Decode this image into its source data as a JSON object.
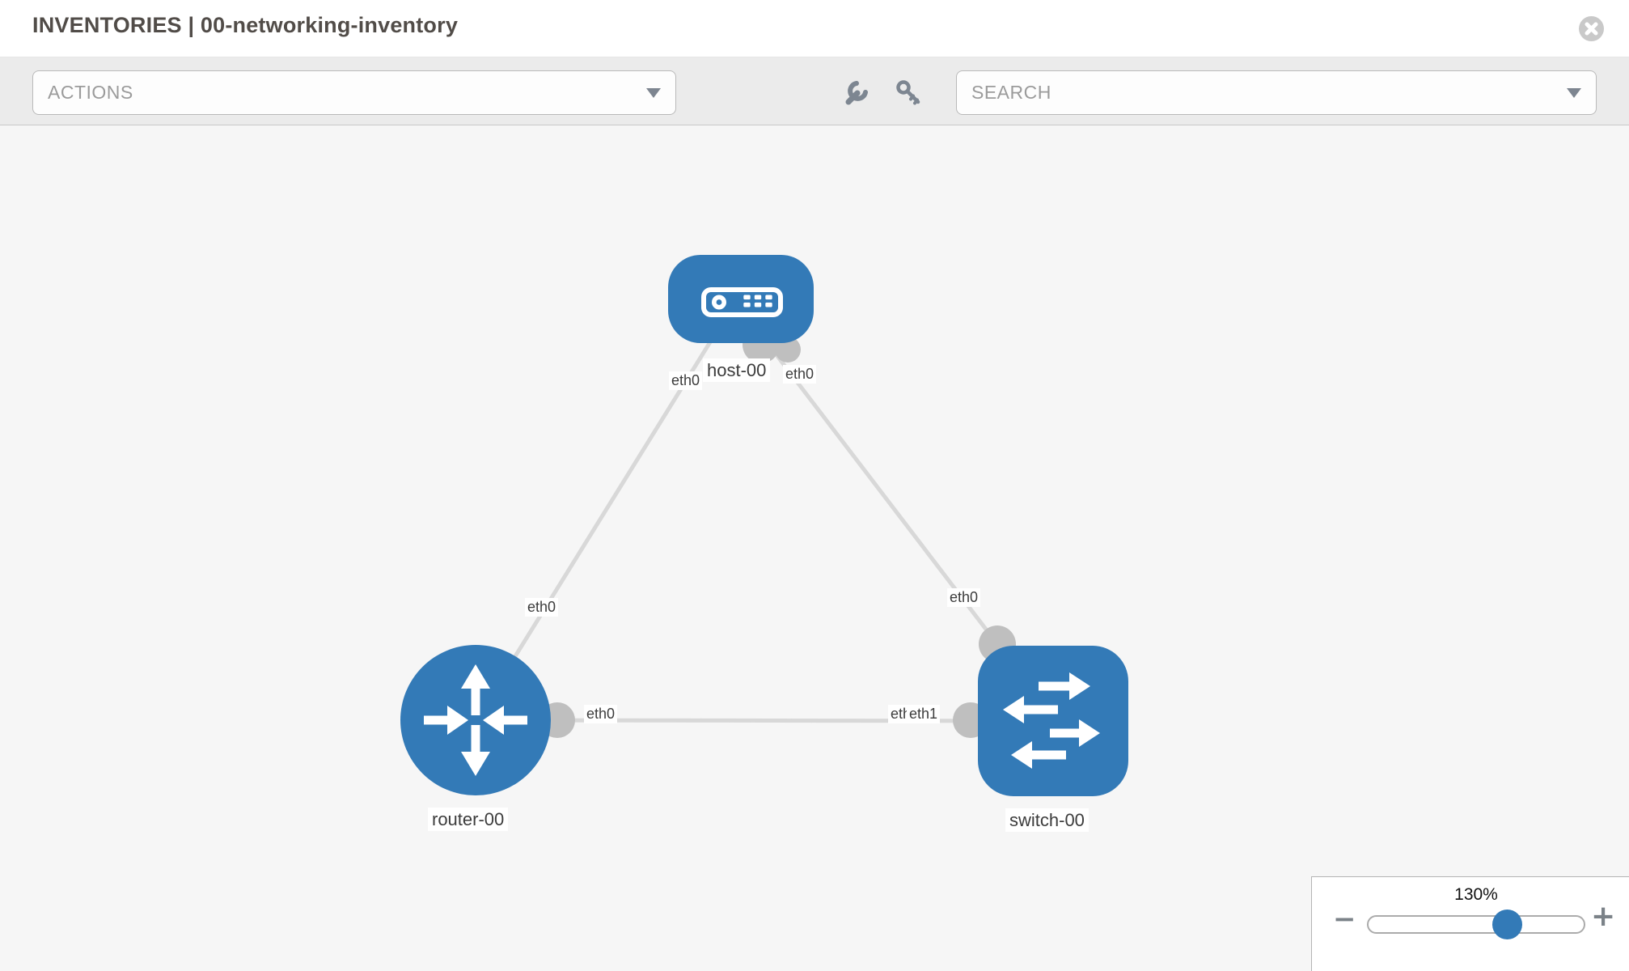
{
  "header": {
    "title": "INVENTORIES | 00-networking-inventory"
  },
  "toolbar": {
    "actions_placeholder": "ACTIONS",
    "search_placeholder": "SEARCH",
    "icons": [
      "wrench",
      "key"
    ]
  },
  "colors": {
    "node_blue": "#337ab7",
    "link_gray": "#d8d8d8",
    "connector_gray": "#bfbfbf",
    "canvas_bg": "#f6f6f6",
    "toolbar_bg": "#ebebeb"
  },
  "topology": {
    "nodes": [
      {
        "id": "host-00",
        "type": "host",
        "label": "host-00"
      },
      {
        "id": "router-00",
        "type": "router",
        "label": "router-00"
      },
      {
        "id": "switch-00",
        "type": "switch",
        "label": "switch-00"
      }
    ],
    "links": [
      {
        "from": "router-00",
        "to": "host-00",
        "from_interface": "eth0",
        "to_interface": "eth0"
      },
      {
        "from": "host-00",
        "to": "switch-00",
        "from_interface": "eth0",
        "to_interface": "eth0"
      },
      {
        "from": "router-00",
        "to": "switch-00",
        "from_interface": "eth0",
        "to_interface": "eth1",
        "to_interface_underlap": "eth0"
      }
    ]
  },
  "zoom_control": {
    "level": "130%",
    "minus": "−",
    "plus": "+"
  }
}
